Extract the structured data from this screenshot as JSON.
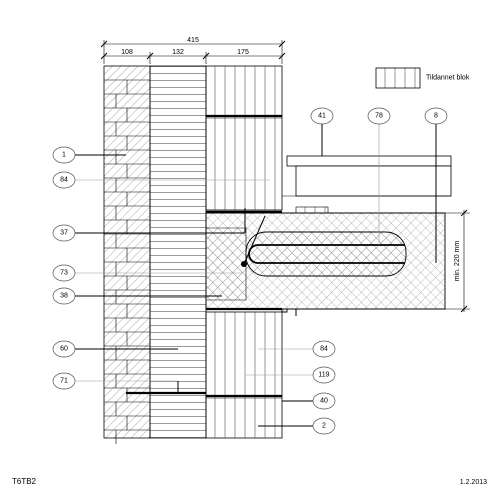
{
  "drawing": {
    "code": "T6TB2",
    "date": "1.2.2013"
  },
  "dimensions": {
    "total": "415",
    "segments": [
      "108",
      "132",
      "175"
    ],
    "slab_min": "min. 220 mm"
  },
  "legend": {
    "label": "Tildannet blok"
  },
  "callouts": [
    {
      "id": "c-1",
      "text": "1"
    },
    {
      "id": "c-84a",
      "text": "84"
    },
    {
      "id": "c-37",
      "text": "37"
    },
    {
      "id": "c-73",
      "text": "73"
    },
    {
      "id": "c-38",
      "text": "38"
    },
    {
      "id": "c-60",
      "text": "60"
    },
    {
      "id": "c-71",
      "text": "71"
    },
    {
      "id": "c-41",
      "text": "41"
    },
    {
      "id": "c-78",
      "text": "78"
    },
    {
      "id": "c-8",
      "text": "8"
    },
    {
      "id": "c-84b",
      "text": "84"
    },
    {
      "id": "c-119",
      "text": "119"
    },
    {
      "id": "c-40",
      "text": "40"
    },
    {
      "id": "c-2",
      "text": "2"
    }
  ]
}
